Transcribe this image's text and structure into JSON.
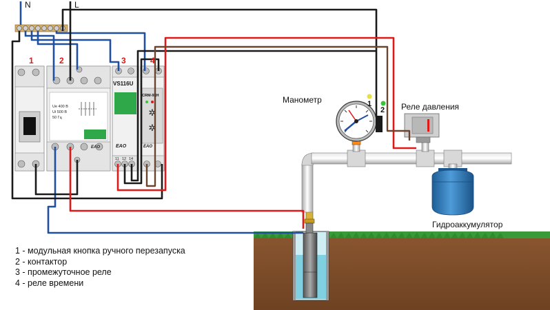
{
  "labels": {
    "neutral": "N",
    "line": "L",
    "manometer": "Манометр",
    "pressure_switch": "Реле давления",
    "accumulator": "Гидроаккумулятор",
    "contact_1": "1",
    "contact_2": "2"
  },
  "devices": {
    "num_1": "1",
    "num_2": "2",
    "num_3": "3",
    "num_4": "4",
    "relay_model": "VS116U",
    "timer_model": "CRM-91H",
    "brand": "EAO",
    "contactor_spec_1": "Ue 400 B",
    "contactor_spec_2": "Ui 500 B",
    "contactor_spec_3": "50 Гц",
    "relay_terminals": [
      "11",
      "12",
      "14"
    ]
  },
  "legend": [
    "1 - модульная кнопка ручного перезапуска",
    "2 - контактор",
    "3 - промежуточное реле",
    "4 - реле времени"
  ],
  "colors": {
    "blue_wire": "#1f4f9e",
    "black_wire": "#1a1a1a",
    "red_wire": "#e01818",
    "brown_wire": "#6b4430",
    "ground": "#7a4a2a",
    "grass": "#2e8b2e",
    "tank": "#2f7fc1"
  }
}
